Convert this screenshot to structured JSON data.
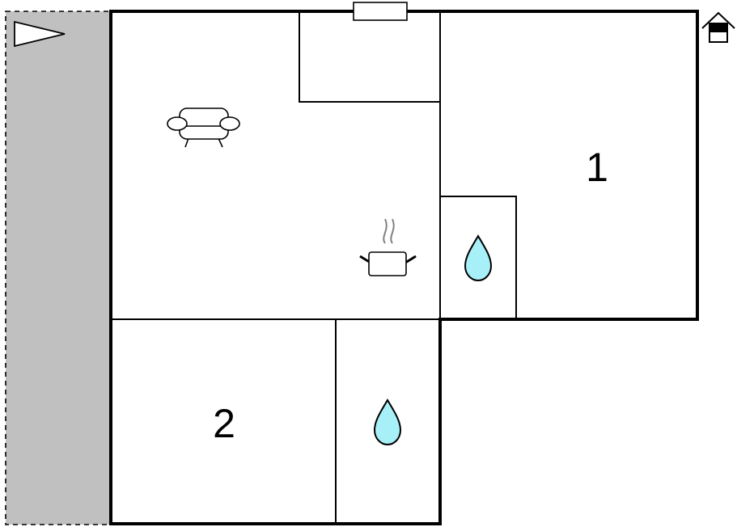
{
  "colors": {
    "background": "#ffffff",
    "wall": "#000000",
    "terrace_fill": "#c0c0c0",
    "water_fill": "#a8f0f8",
    "steam": "#808080",
    "icon_fill": "#ffffff"
  },
  "areas": [
    {
      "id": "terrace",
      "kind": "terrace",
      "style": "dashed"
    },
    {
      "id": "living-room",
      "kind": "living-room",
      "icons": [
        "sofa-icon",
        "cooking-pot-icon"
      ]
    },
    {
      "id": "storage-niche",
      "kind": "niche"
    },
    {
      "id": "bedroom-1",
      "kind": "bedroom",
      "label": "1"
    },
    {
      "id": "bathroom-1",
      "kind": "bathroom",
      "icons": [
        "water-drop-icon"
      ]
    },
    {
      "id": "bedroom-2",
      "kind": "bedroom",
      "label": "2"
    },
    {
      "id": "bathroom-2",
      "kind": "bathroom",
      "icons": [
        "water-drop-icon"
      ]
    }
  ],
  "markers": [
    {
      "id": "window",
      "icon": "window-icon"
    },
    {
      "id": "north",
      "icon": "compass-arrow-icon"
    },
    {
      "id": "entrance",
      "icon": "house-entrance-icon"
    }
  ]
}
